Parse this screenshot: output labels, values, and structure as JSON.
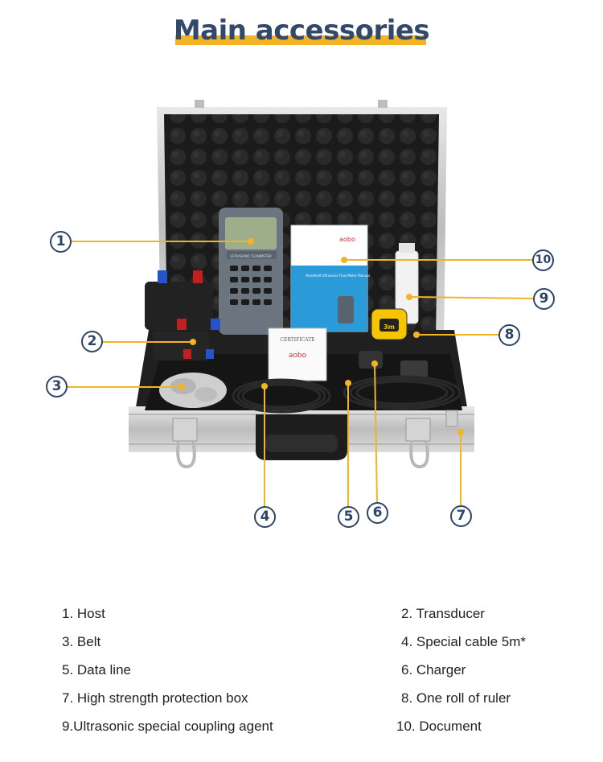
{
  "title": "Main accessories",
  "accent_color": "#f2b425",
  "callout_color": "#2f4566",
  "callouts": [
    "1",
    "2",
    "3",
    "4",
    "5",
    "6",
    "7",
    "8",
    "9",
    "10"
  ],
  "device": {
    "screen_text": "ULTRASONIC FLOWMETER"
  },
  "manual": {
    "brand": "aobo",
    "title": "Handheld Ultrasonic Flow Meter Manual"
  },
  "certificate": {
    "heading": "CERTIFICATE",
    "brand": "aobo"
  },
  "tape": {
    "label": "3m"
  },
  "legend": [
    "1. Host",
    "2. Transducer",
    "3. Belt",
    "4. Special cable 5m*",
    "5. Data line",
    "6. Charger",
    "7. High strength protection box",
    "8. One roll of ruler",
    "9.Ultrasonic special coupling agent",
    "10. Document"
  ]
}
